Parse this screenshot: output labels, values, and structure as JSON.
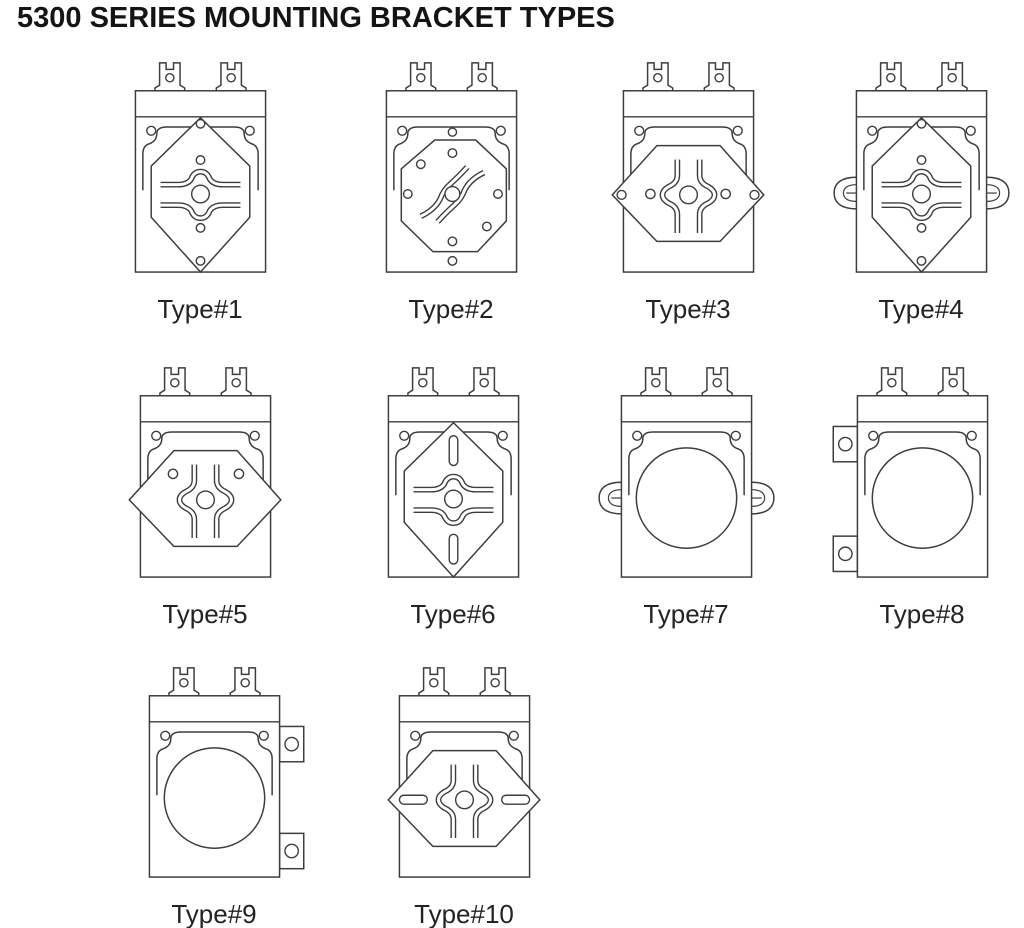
{
  "page": {
    "title": "5300 SERIES MOUNTING BRACKET TYPES",
    "background_color": "#ffffff",
    "line_color": "#3d3d3d",
    "text_color": "#232323"
  },
  "figures": [
    {
      "label": "Type#1",
      "bracket": "shield-plate-round-holes"
    },
    {
      "label": "Type#2",
      "bracket": "octagon-plate-s-slots"
    },
    {
      "label": "Type#3",
      "bracket": "wide-hex-plate-point-holes"
    },
    {
      "label": "Type#4",
      "bracket": "shield-plate-side-ears"
    },
    {
      "label": "Type#5",
      "bracket": "wide-hex-plate-plain"
    },
    {
      "label": "Type#6",
      "bracket": "shield-plate-vertical-slots"
    },
    {
      "label": "Type#7",
      "bracket": "round-motor-side-ears"
    },
    {
      "label": "Type#8",
      "bracket": "round-motor-left-tabs"
    },
    {
      "label": "Type#9",
      "bracket": "round-motor-right-tabs"
    },
    {
      "label": "Type#10",
      "bracket": "wide-hex-plate-oval-slots"
    }
  ]
}
